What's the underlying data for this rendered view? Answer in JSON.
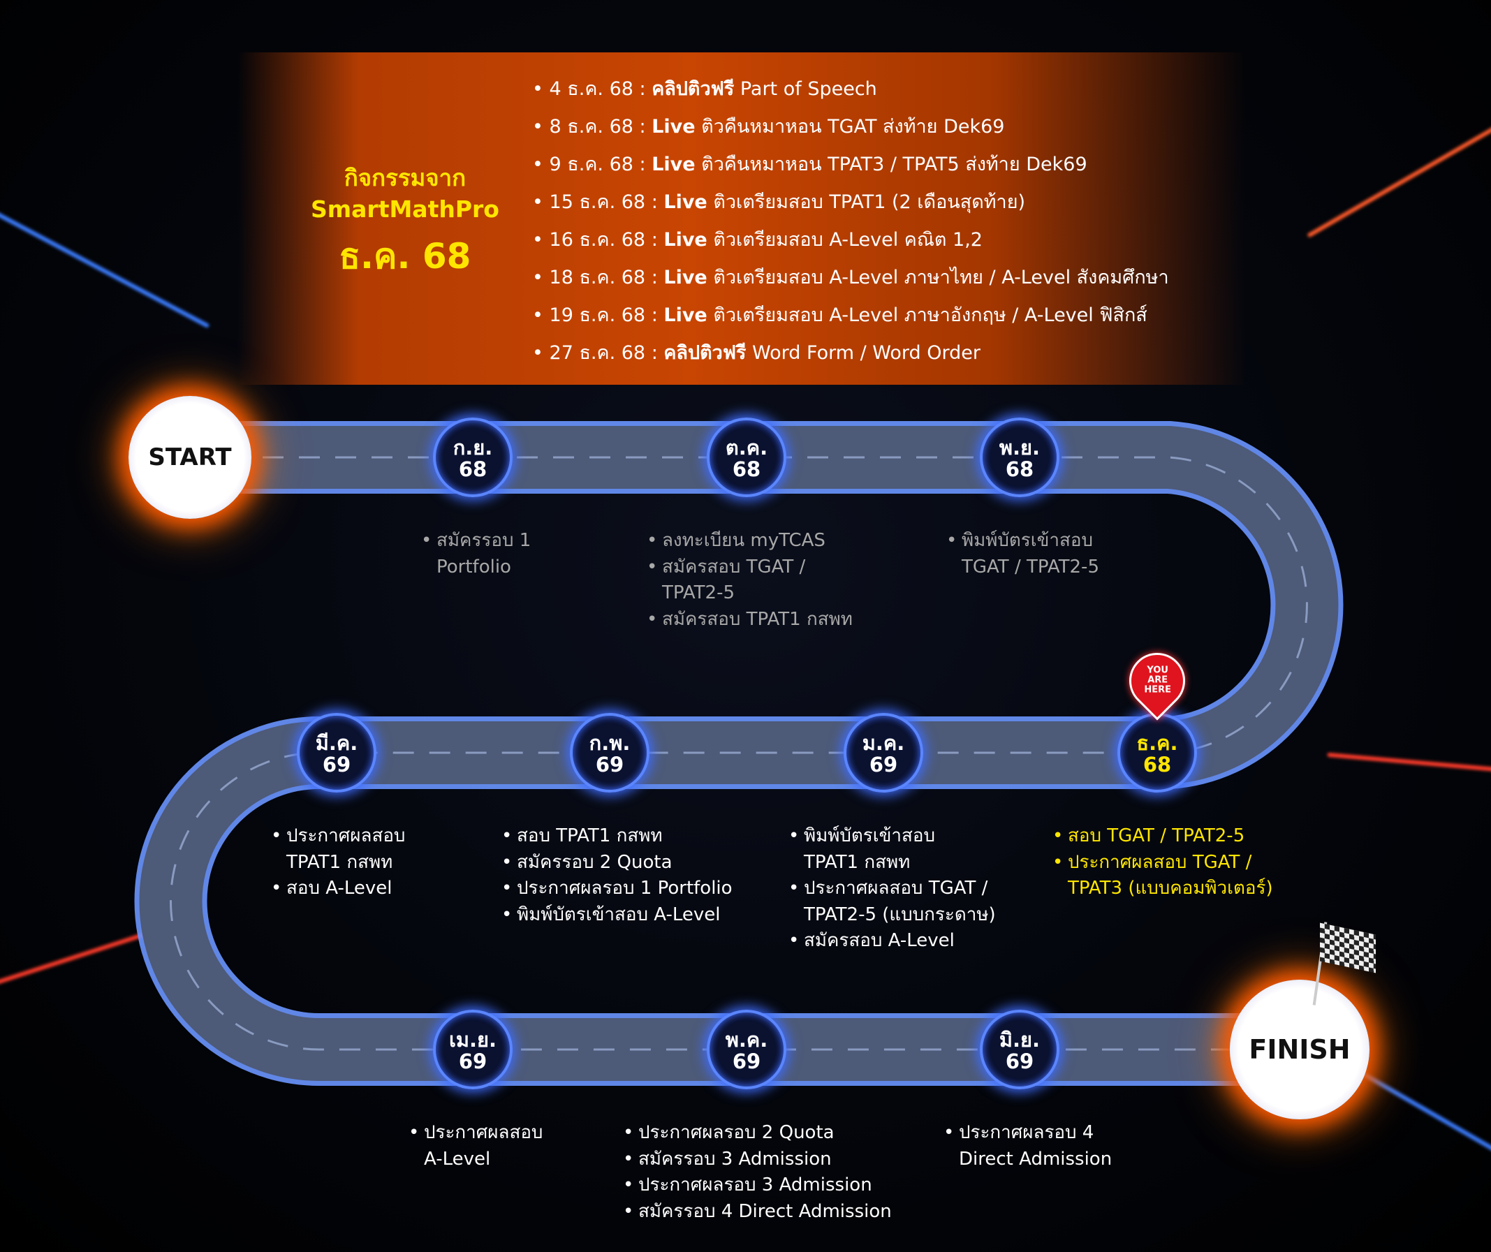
{
  "header": {
    "line1": "กิจกรรมจาก",
    "line2": "SmartMathPro",
    "line3": "ธ.ค. 68"
  },
  "activities": [
    {
      "date": "4 ธ.ค. 68",
      "type": "คลิปติวฟรี",
      "text": "Part of Speech"
    },
    {
      "date": "8 ธ.ค. 68",
      "type": "Live",
      "text": "ติวคืนหมาหอน TGAT ส่งท้าย Dek69"
    },
    {
      "date": "9 ธ.ค. 68",
      "type": "Live",
      "text": "ติวคืนหมาหอน TPAT3 / TPAT5 ส่งท้าย Dek69"
    },
    {
      "date": "15 ธ.ค. 68",
      "type": "Live",
      "text": "ติวเตรียมสอบ TPAT1 (2 เดือนสุดท้าย)"
    },
    {
      "date": "16 ธ.ค. 68",
      "type": "Live",
      "text": "ติวเตรียมสอบ A-Level คณิต 1,2"
    },
    {
      "date": "18 ธ.ค. 68",
      "type": "Live",
      "text": "ติวเตรียมสอบ A-Level ภาษาไทย / A-Level สังคมศึกษา"
    },
    {
      "date": "19 ธ.ค. 68",
      "type": "Live",
      "text": "ติวเตรียมสอบ A-Level ภาษาอังกฤษ / A-Level ฟิสิกส์"
    },
    {
      "date": "27 ธ.ค. 68",
      "type": "คลิปติวฟรี",
      "text": "Word Form / Word Order"
    }
  ],
  "start": "START",
  "finish": "FINISH",
  "pin": "YOU\nARE\nHERE",
  "months": {
    "sep": {
      "m": "ก.ย.",
      "y": "68",
      "notes": [
        [
          "สมัครรอบ 1",
          "Portfolio"
        ]
      ]
    },
    "oct": {
      "m": "ต.ค.",
      "y": "68",
      "notes": [
        [
          "ลงทะเบียน myTCAS"
        ],
        [
          "สมัครสอบ TGAT /",
          "TPAT2-5"
        ],
        [
          "สมัครสอบ TPAT1 กสพท"
        ]
      ]
    },
    "nov": {
      "m": "พ.ย.",
      "y": "68",
      "notes": [
        [
          "พิมพ์บัตรเข้าสอบ",
          "TGAT / TPAT2-5"
        ]
      ]
    },
    "dec": {
      "m": "ธ.ค.",
      "y": "68",
      "notes": [
        [
          "สอบ TGAT / TPAT2-5"
        ],
        [
          "ประกาศผลสอบ TGAT /",
          "TPAT3 (แบบคอมพิวเตอร์)"
        ]
      ]
    },
    "jan": {
      "m": "ม.ค.",
      "y": "69",
      "notes": [
        [
          "พิมพ์บัตรเข้าสอบ",
          "TPAT1 กสพท"
        ],
        [
          "ประกาศผลสอบ TGAT /",
          "TPAT2-5 (แบบกระดาษ)"
        ],
        [
          "สมัครสอบ A-Level"
        ]
      ]
    },
    "feb": {
      "m": "ก.พ.",
      "y": "69",
      "notes": [
        [
          "สอบ TPAT1 กสพท"
        ],
        [
          "สมัครรอบ 2 Quota"
        ],
        [
          "ประกาศผลรอบ 1 Portfolio"
        ],
        [
          "พิมพ์บัตรเข้าสอบ A-Level"
        ]
      ]
    },
    "mar": {
      "m": "มี.ค.",
      "y": "69",
      "notes": [
        [
          "ประกาศผลสอบ",
          "TPAT1 กสพท"
        ],
        [
          "สอบ A-Level"
        ]
      ]
    },
    "apr": {
      "m": "เม.ย.",
      "y": "69",
      "notes": [
        [
          "ประกาศผลสอบ",
          "A-Level"
        ]
      ]
    },
    "may": {
      "m": "พ.ค.",
      "y": "69",
      "notes": [
        [
          "ประกาศผลรอบ 2 Quota"
        ],
        [
          "สมัครรอบ 3 Admission"
        ],
        [
          "ประกาศผลรอบ 3 Admission"
        ],
        [
          "สมัครรอบ 4 Direct Admission"
        ]
      ]
    },
    "jun": {
      "m": "มิ.ย.",
      "y": "69",
      "notes": [
        [
          "ประกาศผลรอบ 4",
          "Direct Admission"
        ]
      ]
    }
  },
  "colors": {
    "accent": "#ffe600",
    "banner": "#c84502",
    "road_glow": "#5b86ff"
  }
}
